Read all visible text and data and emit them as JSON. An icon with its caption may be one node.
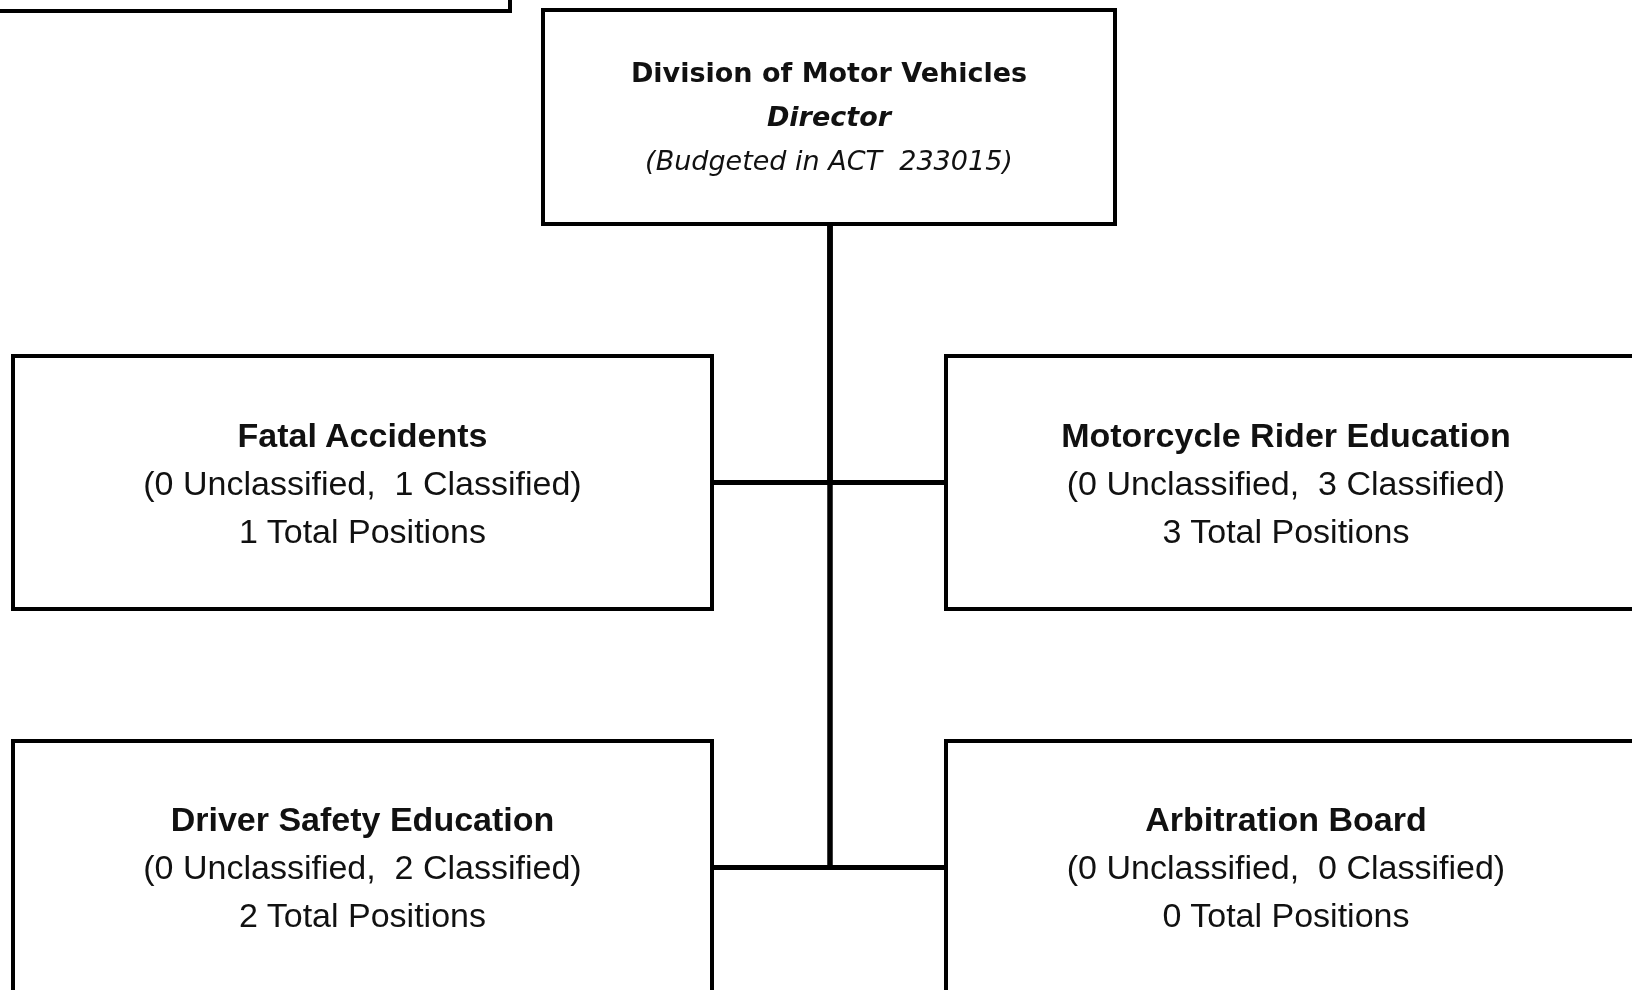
{
  "diagram": {
    "nodes": [
      {
        "text": [],
        "shape": "box"
      },
      {
        "text": [
          "Division of Motor Vehicles",
          "Director",
          "(Budgeted in ACT  233015)"
        ]
      },
      {
        "text": [
          "Fatal Accidents",
          "(0 Unclassified,  1 Classified)",
          "1 Total Positions"
        ]
      },
      {
        "text": [
          "Motorcycle Rider Education",
          "(0 Unclassified,  3 Classified)",
          "3 Total Positions"
        ]
      },
      {
        "text": [
          "Driver Safety Education",
          "(0 Unclassified,  2 Classified)",
          "2 Total Positions"
        ]
      },
      {
        "text": [
          "Arbitration Board",
          "(0 Unclassified,  0 Classified)",
          "0 Total Positions"
        ]
      }
    ],
    "edges": [
      {
        "from": 1,
        "to": 2,
        "arrow": "none"
      },
      {
        "from": 1,
        "to": 3,
        "arrow": "none"
      },
      {
        "from": 1,
        "to": 4,
        "arrow": "none"
      },
      {
        "from": 1,
        "to": 5,
        "arrow": "none"
      }
    ]
  }
}
